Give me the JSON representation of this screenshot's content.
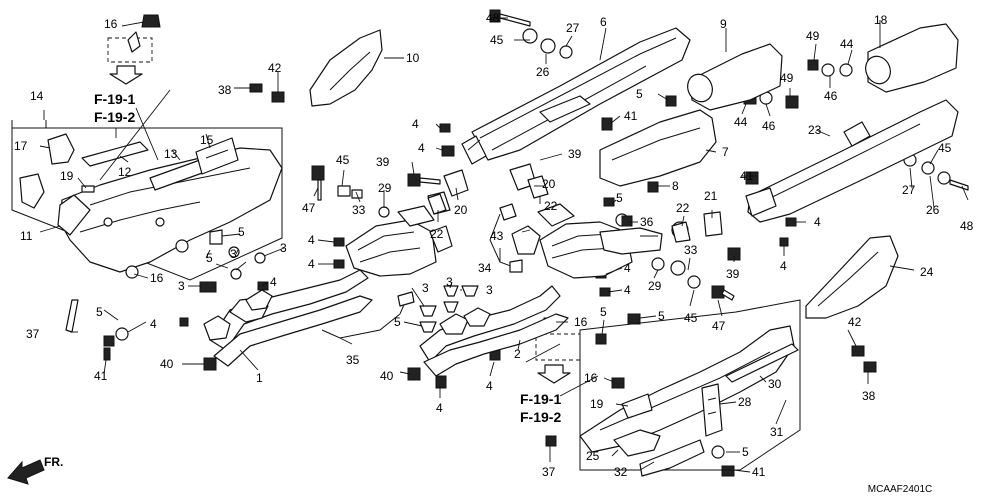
{
  "diagram": {
    "code": "MCAAF2401C",
    "front_label": "FR.",
    "references": [
      "F-19-1",
      "F-19-2"
    ],
    "callouts": [
      "1",
      "2",
      "3",
      "4",
      "5",
      "6",
      "7",
      "8",
      "9",
      "10",
      "11",
      "12",
      "13",
      "14",
      "15",
      "16",
      "17",
      "18",
      "19",
      "20",
      "21",
      "22",
      "23",
      "24",
      "25",
      "26",
      "27",
      "28",
      "29",
      "30",
      "31",
      "32",
      "33",
      "34",
      "35",
      "36",
      "37",
      "38",
      "39",
      "40",
      "41",
      "42",
      "43",
      "44",
      "45",
      "46",
      "47",
      "48",
      "49"
    ]
  }
}
